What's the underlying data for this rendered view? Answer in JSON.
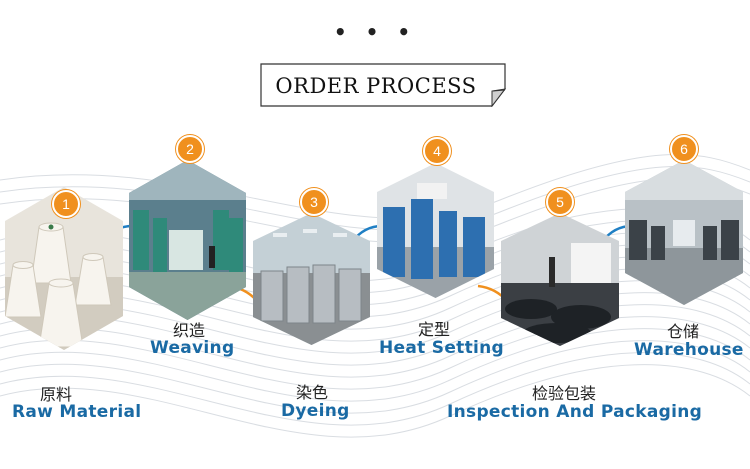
{
  "header": {
    "dots": "• • •",
    "title": "ORDER PROCESS"
  },
  "colors": {
    "accent_orange": "#f0901e",
    "label_blue": "#1a6aa4",
    "connector_blue": "#1f7fc4"
  },
  "steps": [
    {
      "number": "1",
      "cn": "原料",
      "en": "Raw Material",
      "image": "cotton-yarn-cones"
    },
    {
      "number": "2",
      "cn": "织造",
      "en": "Weaving",
      "image": "knitting-machines-factory"
    },
    {
      "number": "3",
      "cn": "染色",
      "en": "Dyeing",
      "image": "dyeing-machines"
    },
    {
      "number": "4",
      "cn": "定型",
      "en": "Heat Setting",
      "image": "heat-setting-machine"
    },
    {
      "number": "5",
      "cn": "检验包装",
      "en": "Inspection And Packaging",
      "image": "inspection-packaging-rolls"
    },
    {
      "number": "6",
      "cn": "仓储",
      "en": "Warehouse",
      "image": "warehouse-interior"
    }
  ]
}
